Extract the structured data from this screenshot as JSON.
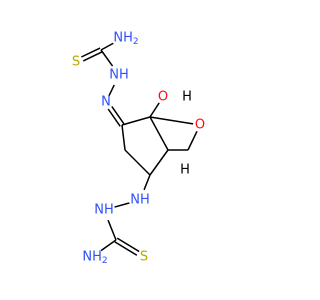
{
  "diagram": {
    "kind": "skeletal-structure",
    "background": "#ffffff",
    "bond_color": "#000000",
    "element_colors": {
      "N": "#3050F8",
      "O": "#FF0D0D",
      "S": "#B8A800",
      "C": "#000000"
    },
    "atoms": [
      {
        "name": "nh2-top",
        "element": "N",
        "text": "NH"
      },
      {
        "name": "thiourea-c-top",
        "element": "C",
        "text": ""
      },
      {
        "name": "s-top",
        "element": "S",
        "text": "S"
      },
      {
        "name": "nh-hydrazone",
        "element": "N",
        "text": "NH"
      },
      {
        "name": "n-imine",
        "element": "N",
        "text": "N"
      },
      {
        "name": "c-imine",
        "element": "C",
        "text": ""
      },
      {
        "name": "c-bridgehead-1",
        "element": "C",
        "text": ""
      },
      {
        "name": "o-bridge",
        "element": "O",
        "text": "O"
      },
      {
        "name": "h-1",
        "element": "H",
        "text": "H"
      },
      {
        "name": "o-ring",
        "element": "O",
        "text": "O"
      },
      {
        "name": "c-ch2-ring",
        "element": "C",
        "text": ""
      },
      {
        "name": "c-bridgehead-2",
        "element": "C",
        "text": ""
      },
      {
        "name": "h-2",
        "element": "H",
        "text": "H"
      },
      {
        "name": "c-hydrazino",
        "element": "C",
        "text": ""
      },
      {
        "name": "c-ch2",
        "element": "C",
        "text": ""
      },
      {
        "name": "nh-hydrazino-1",
        "element": "N",
        "text": "NH"
      },
      {
        "name": "nh-hydrazino-2",
        "element": "N",
        "text": "NH"
      },
      {
        "name": "thiourea-c-bottom",
        "element": "C",
        "text": ""
      },
      {
        "name": "nh2-bottom",
        "element": "N",
        "text": "NH"
      },
      {
        "name": "s-bottom",
        "element": "S",
        "text": "S"
      }
    ],
    "subscripts": {
      "nh2-top": "2",
      "nh2-bottom": "2"
    },
    "bonds": [
      {
        "from": "thiourea-c-top",
        "to": "nh2-top",
        "order": 1
      },
      {
        "from": "thiourea-c-top",
        "to": "s-top",
        "order": 2
      },
      {
        "from": "thiourea-c-top",
        "to": "nh-hydrazone",
        "order": 1
      },
      {
        "from": "nh-hydrazone",
        "to": "n-imine",
        "order": 1
      },
      {
        "from": "n-imine",
        "to": "c-imine",
        "order": 2
      },
      {
        "from": "c-imine",
        "to": "c-bridgehead-1",
        "order": 1
      },
      {
        "from": "c-imine",
        "to": "c-ch2",
        "order": 1
      },
      {
        "from": "c-bridgehead-1",
        "to": "o-bridge",
        "order": 1
      },
      {
        "from": "c-bridgehead-1",
        "to": "o-ring",
        "order": 1
      },
      {
        "from": "o-ring",
        "to": "c-ch2-ring",
        "order": 1
      },
      {
        "from": "c-ch2-ring",
        "to": "c-bridgehead-2",
        "order": 1
      },
      {
        "from": "c-bridgehead-2",
        "to": "c-bridgehead-1",
        "order": 1
      },
      {
        "from": "c-bridgehead-2",
        "to": "c-hydrazino",
        "order": 1
      },
      {
        "from": "c-hydrazino",
        "to": "c-ch2",
        "order": 1
      },
      {
        "from": "c-hydrazino",
        "to": "nh-hydrazino-1",
        "order": 1
      },
      {
        "from": "nh-hydrazino-1",
        "to": "nh-hydrazino-2",
        "order": 1
      },
      {
        "from": "nh-hydrazino-2",
        "to": "thiourea-c-bottom",
        "order": 1
      },
      {
        "from": "thiourea-c-bottom",
        "to": "nh2-bottom",
        "order": 1
      },
      {
        "from": "thiourea-c-bottom",
        "to": "s-bottom",
        "order": 2
      }
    ]
  }
}
